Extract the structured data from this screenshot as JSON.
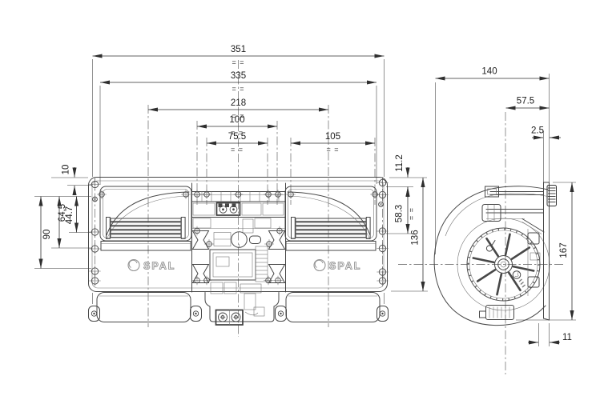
{
  "drawing": {
    "brand_label": "SPAL",
    "symmetry_mark": "= =",
    "front_view": {
      "horizontal_dims": {
        "overall_width": "351",
        "mount_width": "335",
        "axis_spacing": "218",
        "pitch_100": "100",
        "pitch_75_5": "75.5",
        "pitch_105": "105"
      },
      "vertical_dims_left": {
        "flange_offset": "10",
        "span_90": "90",
        "span_64_5": "64.5",
        "span_44_7": "44.7"
      },
      "vertical_dims_right": {
        "flange_offset": "11.2",
        "span_58_3": "58.3",
        "flange_height": "136"
      }
    },
    "side_view": {
      "depth": "140",
      "axis_to_flange": "57.5",
      "flange_thickness": "2.5",
      "overall_height": "167",
      "bottom_offset": "11"
    }
  }
}
